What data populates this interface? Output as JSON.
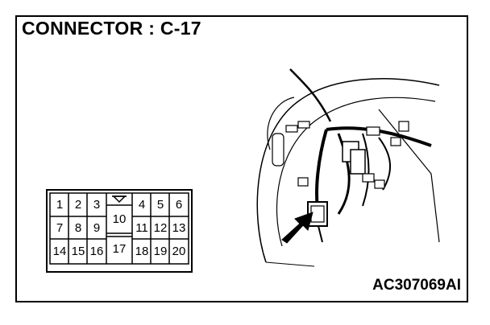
{
  "title": "CONNECTOR : C-17",
  "figure_code": "AC307069AI",
  "connector": {
    "pins_left": [
      [
        "1",
        "2",
        "3"
      ],
      [
        "7",
        "8",
        "9"
      ],
      [
        "14",
        "15",
        "16"
      ]
    ],
    "pin_mid_top": "10",
    "pin_mid_bottom": "17",
    "pins_right": [
      [
        "4",
        "5",
        "6"
      ],
      [
        "11",
        "12",
        "13"
      ],
      [
        "18",
        "19",
        "20"
      ]
    ]
  }
}
